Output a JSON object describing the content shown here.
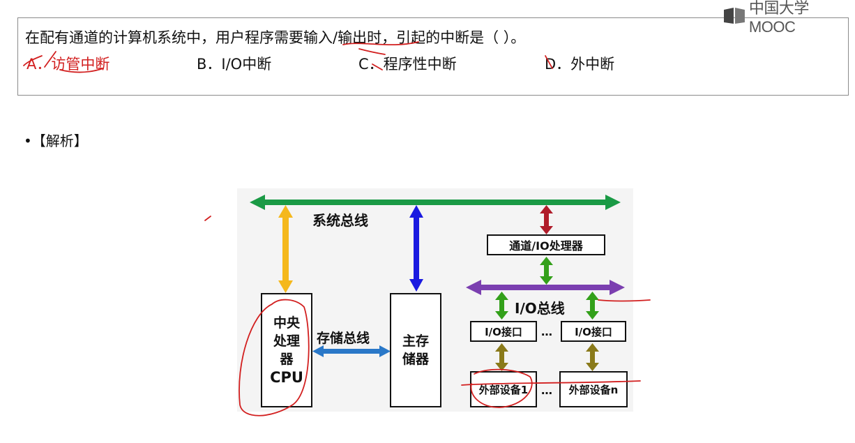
{
  "question": {
    "text": "在配有通道的计算机系统中，用户程序需要输入/输出时，引起的中断是（    ）。",
    "options": [
      {
        "label": "A．访管中断",
        "correct": true
      },
      {
        "label": "B．I/O中断",
        "correct": false
      },
      {
        "label": "C．程序性中断",
        "correct": false
      },
      {
        "label": "D．外中断",
        "correct": false
      }
    ]
  },
  "logo": {
    "text": "中国大学MOOC",
    "icon": "book-icon"
  },
  "analysis_label": "•【解析】",
  "diagram": {
    "system_bus": "系统总线",
    "memory_bus": "存储总线",
    "cpu": [
      "中央",
      "处理",
      "器",
      "CPU"
    ],
    "main_memory": [
      "主存",
      "储器"
    ],
    "channel": "通道/IO处理器",
    "io_bus": "I/O总线",
    "io_interface_1": "I/O接口",
    "io_interface_2": "I/O接口",
    "ellipsis_1": "…",
    "ellipsis_2": "…",
    "device_1": "外部设备1",
    "device_n": "外部设备n"
  },
  "colors": {
    "system_bus": "#1a9a45",
    "cpu_link": "#f5b81c",
    "memory_link": "#1a1ae0",
    "memory_bus": "#2a78c8",
    "channel_link": "#b01c2a",
    "io_bus": "#7b3fb0",
    "io_link": "#33a01a",
    "device_link": "#8a7a1a",
    "annotation": "#d21f1f"
  }
}
